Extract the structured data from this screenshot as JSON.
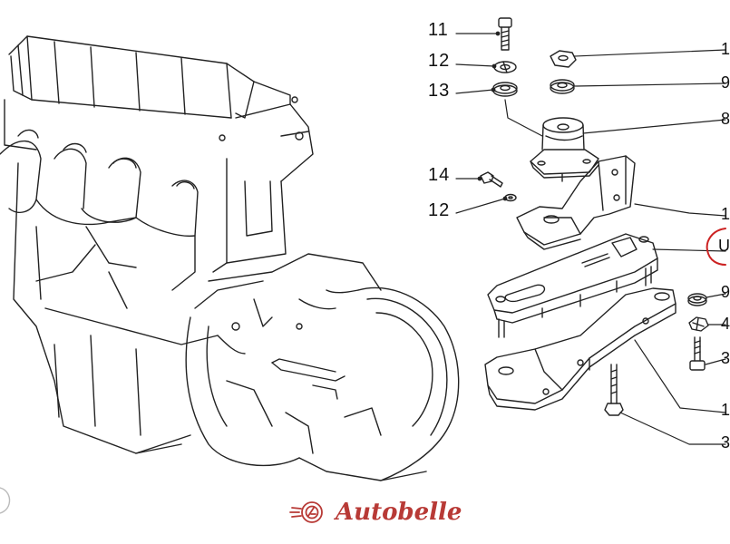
{
  "callouts": {
    "n11": "11",
    "n12a": "12",
    "n13": "13",
    "n14": "14",
    "n12b": "12"
  },
  "edge_callouts": {
    "r1": "1",
    "r2": "9",
    "r3": "8",
    "r4": "1",
    "r5": "U",
    "r6": "9",
    "r7": "4",
    "r8": "3",
    "r9": "1",
    "r10": "3"
  },
  "brand": {
    "name": "Autobelle",
    "color": "#b83a36"
  },
  "colors": {
    "line": "#222222",
    "highlight": "#cc2222"
  }
}
